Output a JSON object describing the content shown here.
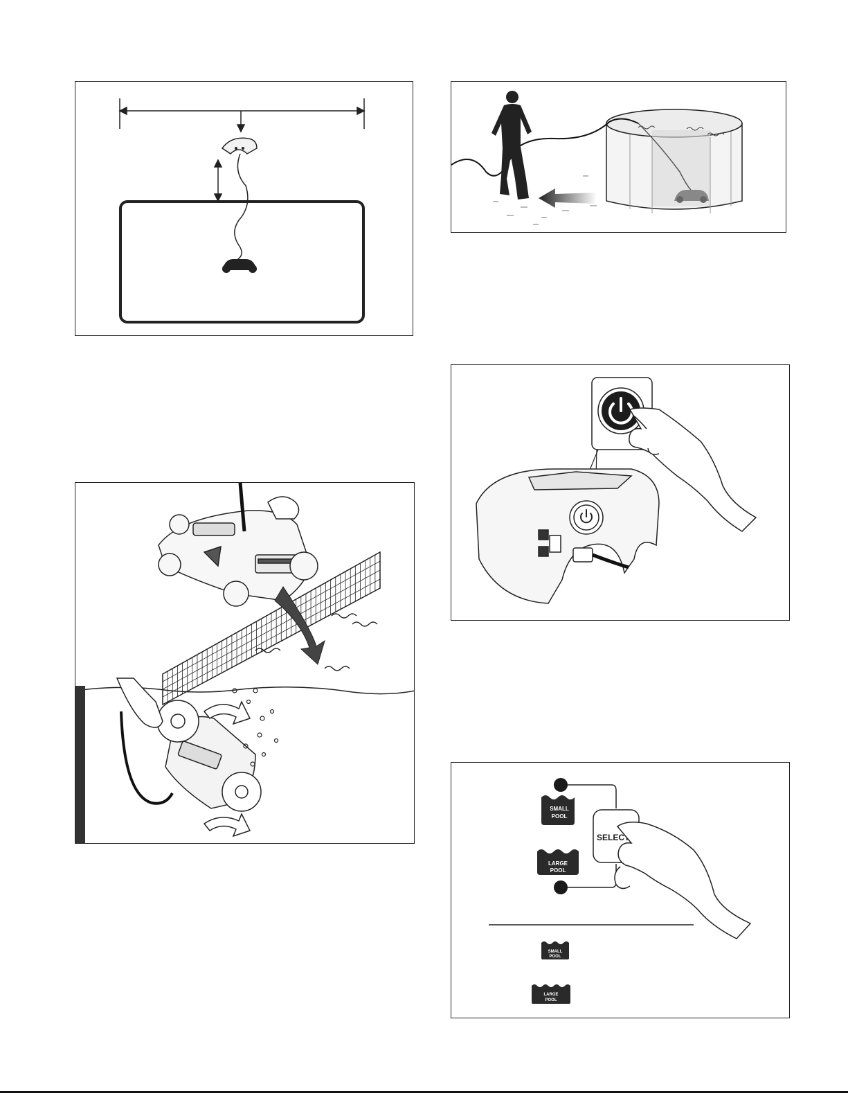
{
  "figures": {
    "mode_select": {
      "select_button_label": "SELECT",
      "small_pool_line1": "SMALL",
      "small_pool_line2": "POOL",
      "large_pool_line1": "LARGE",
      "large_pool_line2": "POOL"
    }
  },
  "icons": [
    "robot-cleaner-icon",
    "power-button-icon",
    "wave-icon",
    "hand-icon",
    "arrow-icon"
  ],
  "colors": {
    "ink": "#1a1a1a",
    "border": "#222222",
    "badge": "#2a2a2a"
  }
}
